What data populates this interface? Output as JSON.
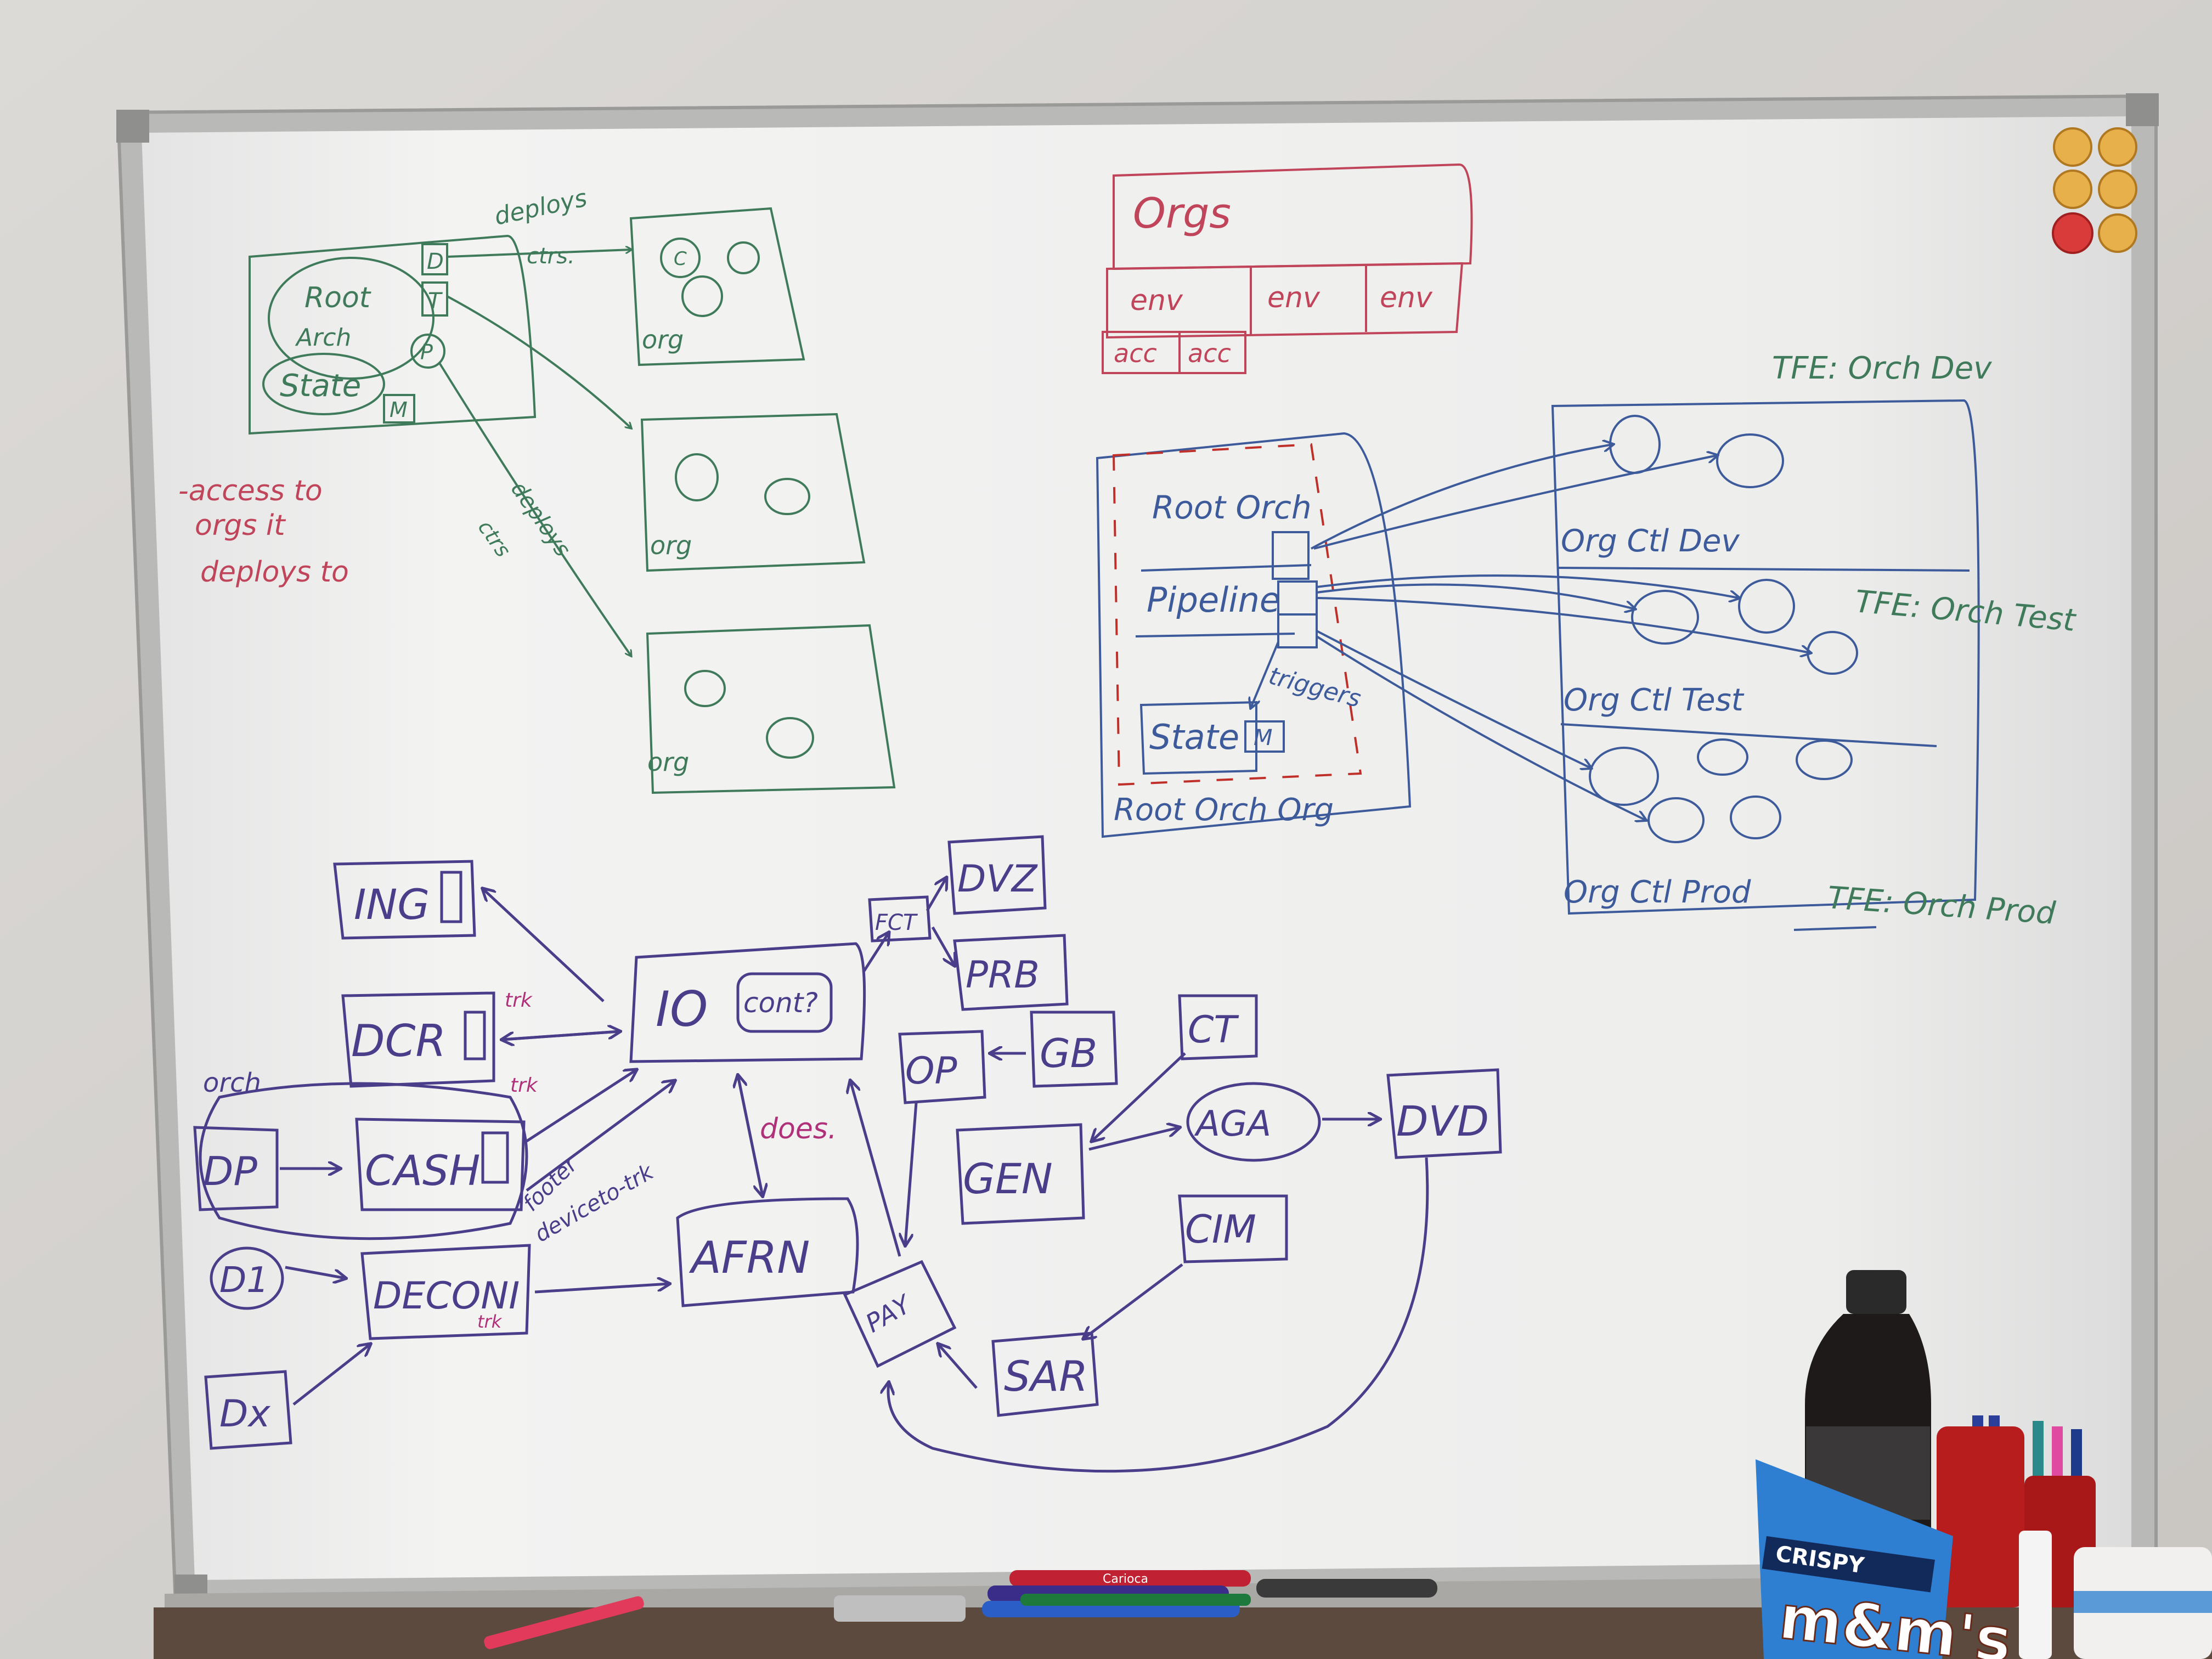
{
  "colors": {
    "wall": "#d9d6d3",
    "board": "#eeeeec",
    "frame": "#b8b8b6",
    "green": "#3f7a5a",
    "red": "#c0455a",
    "blue": "#3d5a9a",
    "purple": "#4a3e8a",
    "magenta": "#b0307a"
  },
  "green_diagram": {
    "root_text": "Root",
    "root_text2": "Arch",
    "state_text": "State",
    "box_d": "D",
    "box_t": "T",
    "box_p": "P",
    "box_m": "M",
    "deploys_top": "deploys",
    "deploys_top2": "ctrs.",
    "deploys_diag": "deploys",
    "deploys_diag2": "ctrs",
    "org_1": "org",
    "org_2": "org",
    "org_3": "org",
    "c_label": "C"
  },
  "red_note": {
    "line1": "-access to",
    "line2": "orgs it",
    "line3": "deploys to"
  },
  "red_orgs": {
    "title": "Orgs",
    "env1": "env",
    "env2": "env",
    "env3": "env",
    "acc1": "acc",
    "acc2": "acc"
  },
  "blue_diagram": {
    "root_orch": "Root Orch",
    "pipeline": "Pipeline",
    "state": "State",
    "m_box": "M",
    "root_orch_org": "Root Orch Org",
    "triggers": "triggers",
    "org_dev": "Org Ctl Dev",
    "org_test": "Org Ctl Test",
    "org_prod": "Org Ctl Prod",
    "tfe_dev": "TFE: Orch Dev",
    "tfe_test": "TFE: Orch Test",
    "tfe_prod": "TFE: Orch Prod"
  },
  "purple_diagram": {
    "ing": "ING",
    "dcr": "DCR",
    "cash": "CASH",
    "dp": "DP",
    "d1": "D1",
    "dx": "Dx",
    "deconi": "DECONI",
    "io": "IO",
    "cont": "cont?",
    "afrn": "AFRN",
    "fct": "FCT",
    "dvz": "DVZ",
    "prb": "PRB",
    "op": "OP",
    "gb": "GB",
    "ct": "CT",
    "aga": "AGA",
    "dvd": "DVD",
    "gen": "GEN",
    "cim": "CIM",
    "pay": "PAY",
    "sar": "SAR",
    "orch": "orch",
    "does": "does.",
    "footer": "footer",
    "deviceto": "deviceto-trk",
    "tr1": "trk",
    "tr2": "trk",
    "tr3": "trk"
  },
  "products": {
    "bag_text": "CRISPY",
    "bag_brand": "m&m's",
    "marker_brand": "Carioca"
  }
}
